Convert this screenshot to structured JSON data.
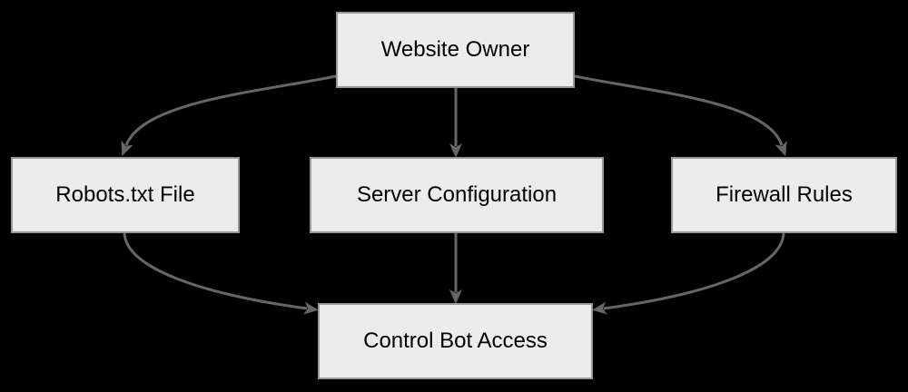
{
  "diagram": {
    "type": "flowchart",
    "direction": "top-down",
    "nodes": [
      {
        "id": "website_owner",
        "label": "Website Owner"
      },
      {
        "id": "robots_txt_file",
        "label": "Robots.txt File"
      },
      {
        "id": "server_configuration",
        "label": "Server Configuration"
      },
      {
        "id": "firewall_rules",
        "label": "Firewall Rules"
      },
      {
        "id": "control_bot_access",
        "label": "Control Bot Access"
      }
    ],
    "edges": [
      {
        "from": "website_owner",
        "to": "robots_txt_file",
        "style": "curved"
      },
      {
        "from": "website_owner",
        "to": "server_configuration",
        "style": "straight"
      },
      {
        "from": "website_owner",
        "to": "firewall_rules",
        "style": "curved"
      },
      {
        "from": "robots_txt_file",
        "to": "control_bot_access",
        "style": "curved"
      },
      {
        "from": "server_configuration",
        "to": "control_bot_access",
        "style": "straight"
      },
      {
        "from": "firewall_rules",
        "to": "control_bot_access",
        "style": "curved"
      }
    ],
    "colors": {
      "background": "#000000",
      "node_fill": "#ececec",
      "node_border": "#999999",
      "edge": "#666666",
      "text": "#000000"
    }
  }
}
